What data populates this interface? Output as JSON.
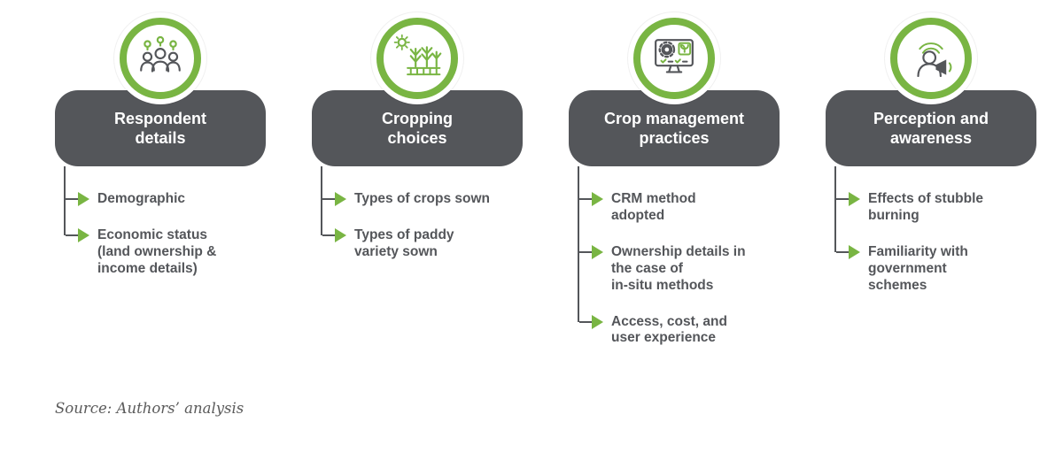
{
  "colors": {
    "green": "#79b543",
    "dark_gray": "#54565a",
    "background": "#ffffff"
  },
  "columns": [
    {
      "title": "Respondent\ndetails",
      "icon": "people-group-icon",
      "items": [
        "Demographic",
        "Economic status\n(land ownership &\nincome details)"
      ]
    },
    {
      "title": "Cropping\nchoices",
      "icon": "crops-field-icon",
      "items": [
        "Types of crops sown",
        "Types of paddy\nvariety sown"
      ]
    },
    {
      "title": "Crop management\npractices",
      "icon": "computer-settings-icon",
      "items": [
        "CRM method\nadopted",
        "Ownership details in\nthe case of\nin-situ methods",
        "Access, cost, and\nuser experience"
      ]
    },
    {
      "title": "Perception and\nawareness",
      "icon": "person-megaphone-icon",
      "items": [
        "Effects of stubble\nburning",
        "Familiarity with\ngovernment\nschemes"
      ]
    }
  ],
  "source": "Source: Authors’ analysis"
}
